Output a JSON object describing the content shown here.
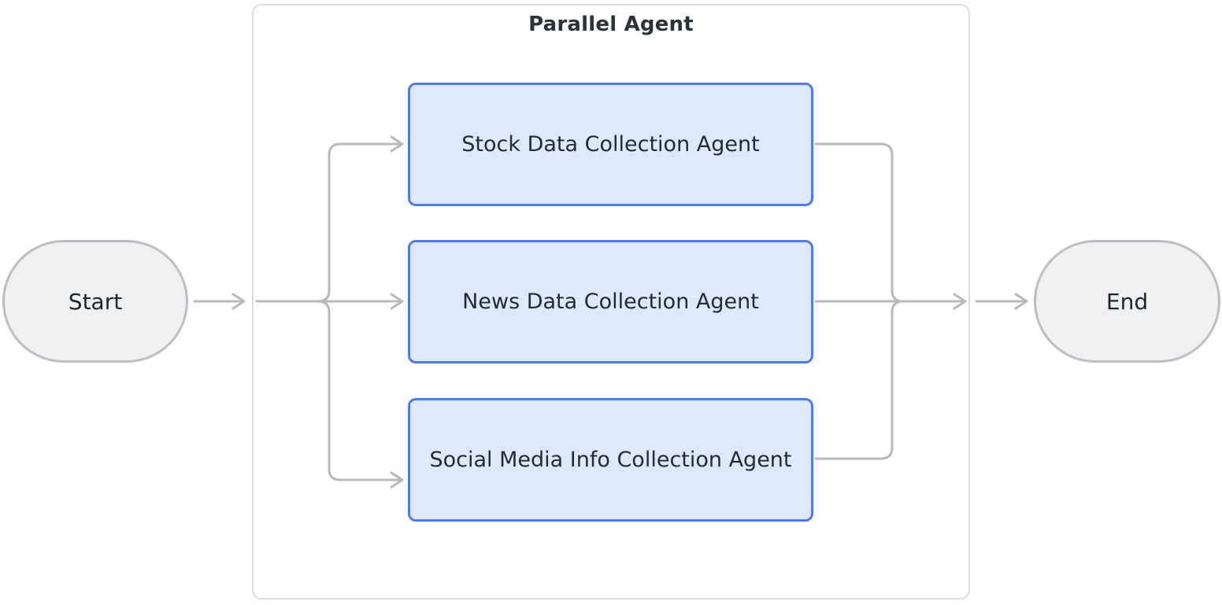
{
  "diagram": {
    "group": {
      "title": "Parallel Agent"
    },
    "nodes": {
      "start": {
        "label": "Start"
      },
      "end": {
        "label": "End"
      },
      "agents": [
        {
          "label": "Stock Data Collection Agent"
        },
        {
          "label": "News Data Collection Agent"
        },
        {
          "label": "Social Media Info Collection Agent"
        }
      ]
    },
    "edges": [
      {
        "from": "start",
        "to": "parallel-agent-group"
      },
      {
        "from": "fork",
        "to": "stock-data-collection-agent"
      },
      {
        "from": "fork",
        "to": "news-data-collection-agent"
      },
      {
        "from": "fork",
        "to": "social-media-info-collection-agent"
      },
      {
        "from": "stock-data-collection-agent",
        "to": "join"
      },
      {
        "from": "news-data-collection-agent",
        "to": "join"
      },
      {
        "from": "social-media-info-collection-agent",
        "to": "join"
      },
      {
        "from": "parallel-agent-group",
        "to": "end"
      }
    ],
    "colors": {
      "agent_border": "#4d7ce4",
      "agent_fill": "#dfe7fa",
      "agent_text": "#222b38",
      "terminal_fill": "#eef0f1",
      "terminal_border": "#bcbec2",
      "terminal_text": "#20262c",
      "edge": "#b7b9bd",
      "group_border": "#d9dbde",
      "group_fill": "#ffffff",
      "group_title_text": "#2a333c",
      "background": "#ffffff"
    }
  }
}
